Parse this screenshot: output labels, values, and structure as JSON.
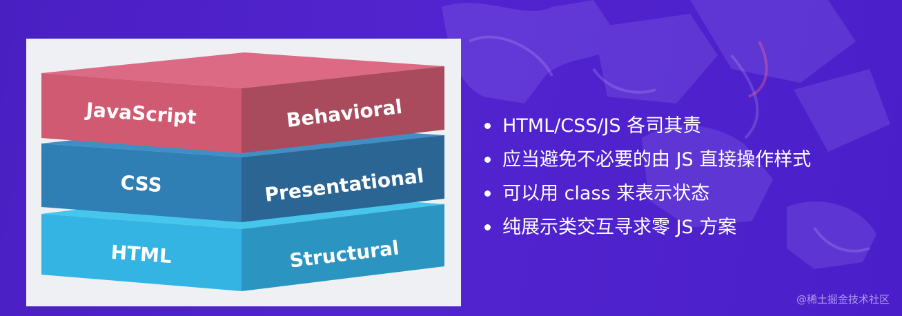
{
  "diagram": {
    "layers": [
      {
        "name": "JavaScript",
        "role": "Behavioral",
        "top_color": "#dc6a84",
        "front_color": "#cf5a72",
        "side_color": "#aa4a5d"
      },
      {
        "name": "CSS",
        "role": "Presentational",
        "top_color": "#3f8fc4",
        "front_color": "#2f7fb5",
        "side_color": "#2a6593"
      },
      {
        "name": "HTML",
        "role": "Structural",
        "top_color": "#46c6ec",
        "front_color": "#33b4e3",
        "side_color": "#2c94c1"
      }
    ]
  },
  "bullets": [
    "HTML/CSS/JS 各司其责",
    "应当避免不必要的由 JS 直接操作样式",
    "可以用 class 来表示状态",
    "纯展示类交互寻求零 JS 方案"
  ],
  "watermark": "@稀土掘金技术社区",
  "colors": {
    "background": "#4f22cc",
    "panel": "#eef0f3",
    "text": "#ffffff"
  }
}
